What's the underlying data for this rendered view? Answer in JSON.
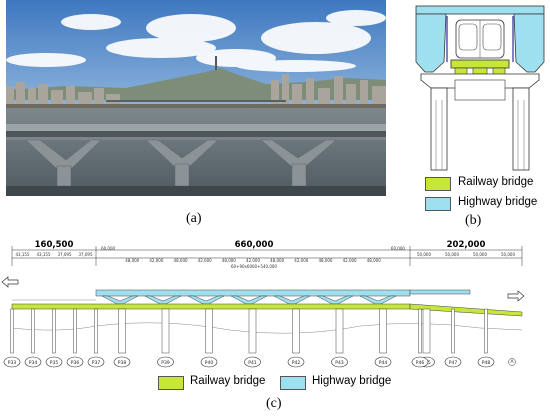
{
  "captions": {
    "a": "(a)",
    "b": "(b)",
    "c": "(c)"
  },
  "legend": {
    "railway": "Railway bridge",
    "highway": "Highway bridge",
    "railway_color": "#c6e63a",
    "highway_color": "#9ee0ef"
  },
  "elevation": {
    "spans": {
      "left": "160,500",
      "middle": "660,000",
      "right": "202,000"
    },
    "left_sub": [
      "43,155",
      "43,155",
      "37,095",
      "37,095"
    ],
    "main_sub": [
      "60,000",
      "48,000",
      "42,000",
      "48,000",
      "42,000",
      "48,000",
      "42,000",
      "48,000",
      "42,000",
      "48,000",
      "42,000",
      "48,000",
      "60,000"
    ],
    "main_formula": "60+90x6000+540,000",
    "right_sub": [
      "50,000",
      "50,000",
      "50,000",
      "50,000"
    ],
    "piers": [
      "P33",
      "P34",
      "P35",
      "P36",
      "P37",
      "P38",
      "P39",
      "P40",
      "P41",
      "P42",
      "P43",
      "P44",
      "P45",
      "P46",
      "P47",
      "P48"
    ],
    "misc_label": "A"
  }
}
